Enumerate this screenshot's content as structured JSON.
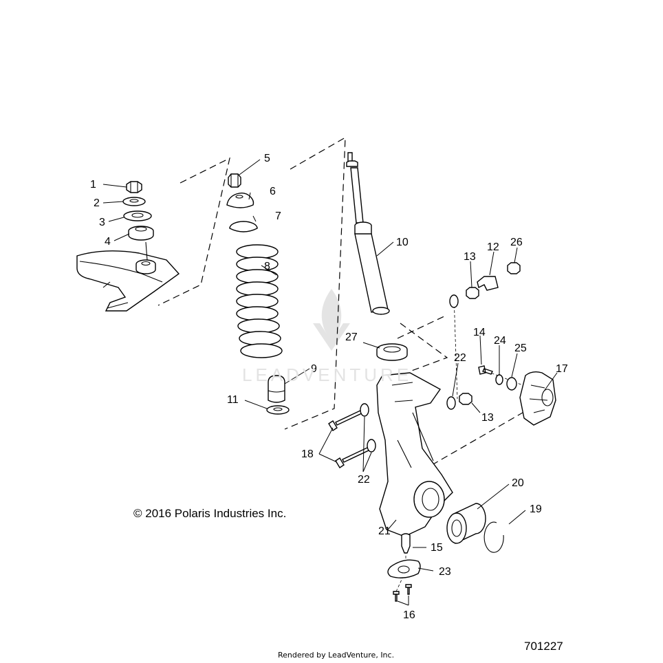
{
  "copyright": "© 2016 Polaris Industries Inc.",
  "footer": "Rendered by LeadVenture, Inc.",
  "diagram_id": "701227",
  "watermark": "LEADVENTURE",
  "callouts": [
    {
      "id": "c1",
      "label": "1"
    },
    {
      "id": "c2",
      "label": "2"
    },
    {
      "id": "c3",
      "label": "3"
    },
    {
      "id": "c4",
      "label": "4"
    },
    {
      "id": "c5",
      "label": "5"
    },
    {
      "id": "c6",
      "label": "6"
    },
    {
      "id": "c7",
      "label": "7"
    },
    {
      "id": "c8",
      "label": "8"
    },
    {
      "id": "c9",
      "label": "9"
    },
    {
      "id": "c10",
      "label": "10"
    },
    {
      "id": "c11",
      "label": "11"
    },
    {
      "id": "c12",
      "label": "12"
    },
    {
      "id": "c13a",
      "label": "13"
    },
    {
      "id": "c13b",
      "label": "13"
    },
    {
      "id": "c14",
      "label": "14"
    },
    {
      "id": "c15",
      "label": "15"
    },
    {
      "id": "c16",
      "label": "16"
    },
    {
      "id": "c17",
      "label": "17"
    },
    {
      "id": "c18",
      "label": "18"
    },
    {
      "id": "c19",
      "label": "19"
    },
    {
      "id": "c20",
      "label": "20"
    },
    {
      "id": "c21",
      "label": "21"
    },
    {
      "id": "c22a",
      "label": "22"
    },
    {
      "id": "c22b",
      "label": "22"
    },
    {
      "id": "c23",
      "label": "23"
    },
    {
      "id": "c24",
      "label": "24"
    },
    {
      "id": "c25",
      "label": "25"
    },
    {
      "id": "c26",
      "label": "26"
    },
    {
      "id": "c27",
      "label": "27"
    }
  ]
}
